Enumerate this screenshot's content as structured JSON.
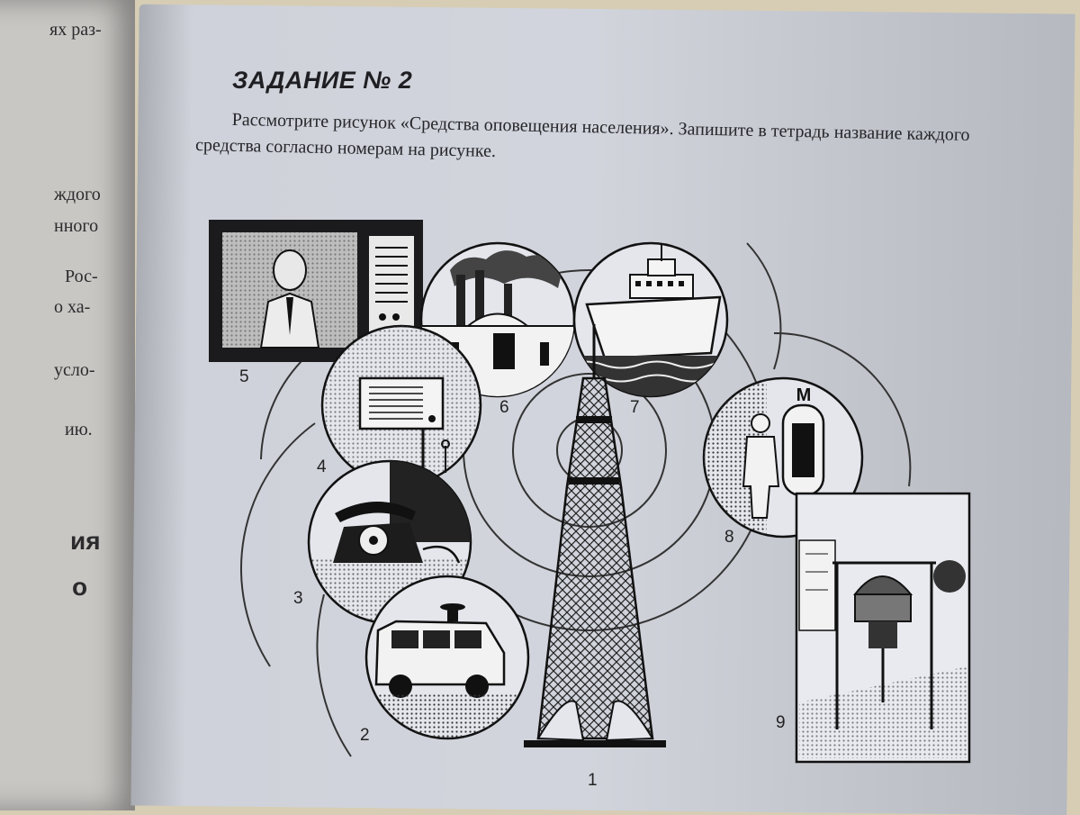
{
  "left_page": {
    "fragments": [
      "ях раз-",
      "ждого",
      "нного",
      "Рос-",
      "о ха-",
      "усло-",
      "ию.",
      "ия",
      "о"
    ]
  },
  "task": {
    "title": "ЗАДАНИЕ № 2",
    "text": "Рассмотрите рисунок «Средства оповещения населения». Запишите в тетрадь название каждого средства согласно номерам на рисунке."
  },
  "figure": {
    "labels": [
      "1",
      "2",
      "3",
      "4",
      "5",
      "6",
      "7",
      "8",
      "9"
    ],
    "items": [
      {
        "number": "1",
        "icon": "tv-tower-icon"
      },
      {
        "number": "2",
        "icon": "loudspeaker-van-icon"
      },
      {
        "number": "3",
        "icon": "telephone-icon"
      },
      {
        "number": "4",
        "icon": "radio-speaker-icon"
      },
      {
        "number": "5",
        "icon": "television-icon"
      },
      {
        "number": "6",
        "icon": "factory-icon"
      },
      {
        "number": "7",
        "icon": "ship-icon"
      },
      {
        "number": "8",
        "icon": "metro-station-icon"
      },
      {
        "number": "9",
        "icon": "siren-icon"
      }
    ]
  }
}
